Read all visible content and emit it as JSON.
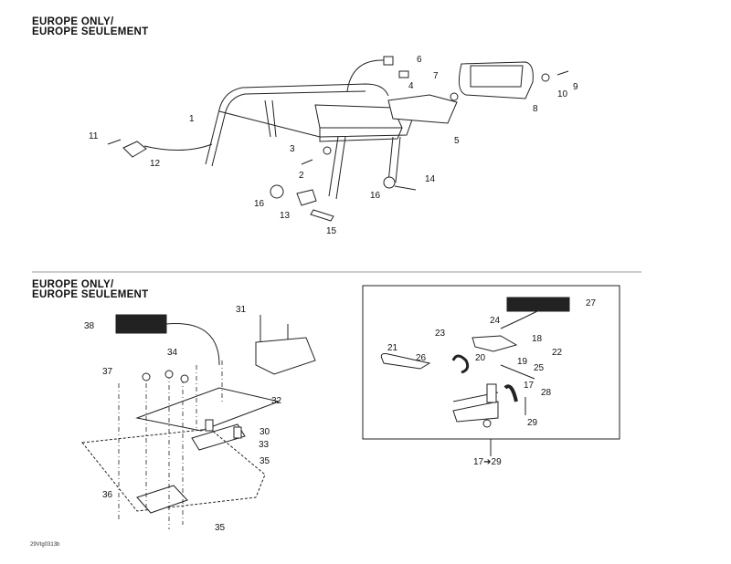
{
  "section_top": {
    "title_line1": "EUROPE ONLY/",
    "title_line2": "EUROPE SEULEMENT"
  },
  "section_bottom": {
    "title_line1": "EUROPE ONLY/",
    "title_line2": "EUROPE SEULEMENT"
  },
  "callouts_top": [
    "6",
    "7",
    "4",
    "8",
    "9",
    "10",
    "1",
    "5",
    "3",
    "2",
    "11",
    "12",
    "14",
    "16",
    "16",
    "13",
    "15"
  ],
  "callouts_bottom_left": [
    "31",
    "38",
    "34",
    "37",
    "32",
    "30",
    "33",
    "35",
    "36",
    "35"
  ],
  "callouts_box": [
    "27",
    "24",
    "23",
    "18",
    "22",
    "21",
    "26",
    "20",
    "19",
    "25",
    "17",
    "28",
    "29"
  ],
  "assembly_range": "17➔29",
  "figure_code": "29Vtg0313b"
}
